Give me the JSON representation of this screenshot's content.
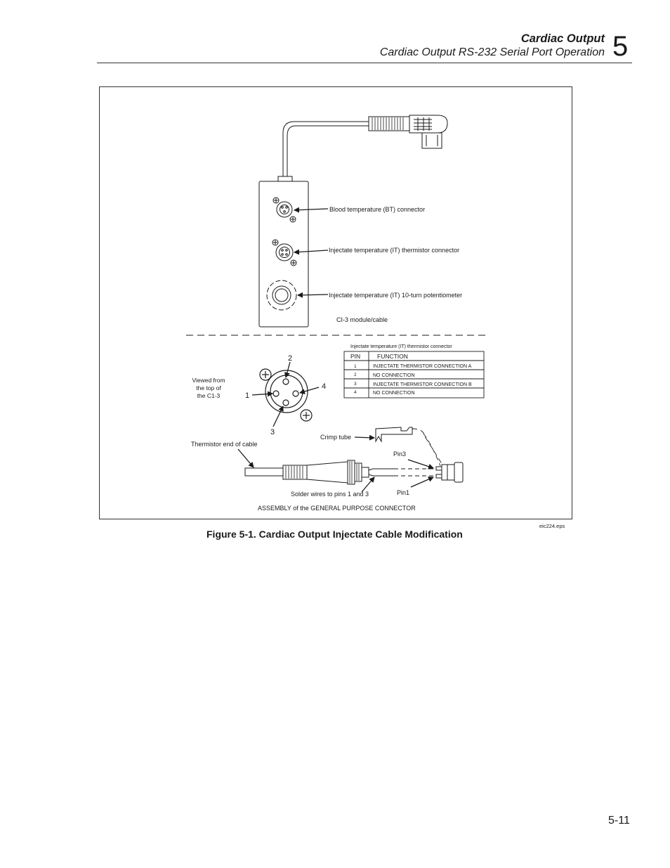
{
  "header": {
    "title": "Cardiac Output",
    "subtitle": "Cardiac Output RS-232 Serial Port Operation",
    "chapter": "5"
  },
  "figure": {
    "labels": {
      "bt_connector": "Blood temperature (BT) connector",
      "it_thermistor": "Injectate temperature (IT) thermistor connector",
      "it_pot": "Injectate temperature (IT) 10-turn potentiometer",
      "module": "CI-3 module/cable",
      "viewed_1": "Viewed from",
      "viewed_2": "the top of",
      "viewed_3": "the C1-3",
      "thermistor_end": "Thermistor end of cable",
      "crimp_tube": "Crimp tube",
      "pin3": "Pin3",
      "pin1": "Pin1",
      "solder": "Solder wires to pins 1 and 3",
      "assembly": "ASSEMBLY of the GENERAL PURPOSE CONNECTOR"
    },
    "pin_numbers": [
      "1",
      "2",
      "3",
      "4"
    ],
    "pin_table": {
      "title": "Injectate temperature (IT) thermistor connector",
      "headers": [
        "PIN",
        "FUNCTION"
      ],
      "rows": [
        {
          "pin": "1",
          "function": "INJECTATE THERMISTOR CONNECTION A"
        },
        {
          "pin": "2",
          "function": "NO CONNECTION"
        },
        {
          "pin": "3",
          "function": "INJECTATE THERMISTOR CONNECTION B"
        },
        {
          "pin": "4",
          "function": "NO CONNECTION"
        }
      ]
    },
    "eps_file": "eic224.eps",
    "caption": "Figure 5-1. Cardiac Output Injectate Cable Modification"
  },
  "footer": {
    "page_number": "5-11"
  }
}
